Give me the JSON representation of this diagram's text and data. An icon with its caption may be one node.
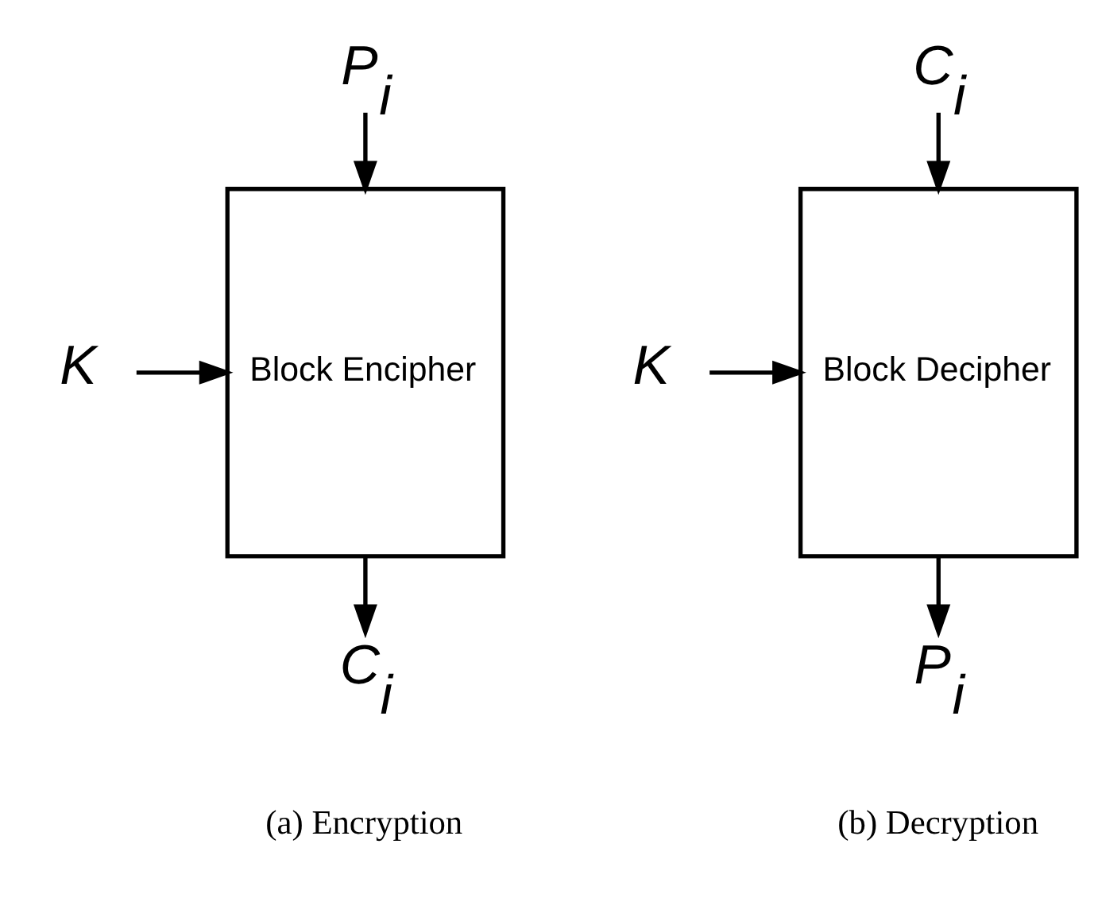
{
  "diagram": {
    "nodes": [
      {
        "text": [
          "P$_{i}$"
        ]
      },
      {
        "text": [
          "K"
        ]
      },
      {
        "text": [
          "Block Encipher"
        ]
      },
      {
        "text": [
          "C$_{i}$"
        ]
      },
      {
        "text": [
          "C$_{i}$"
        ]
      },
      {
        "text": [
          "K"
        ]
      },
      {
        "text": [
          "Block Decipher"
        ]
      },
      {
        "text": [
          "P$_{i}$"
        ]
      }
    ],
    "edges": [
      {
        "from": 0,
        "to": 2,
        "arrow": "to"
      },
      {
        "from": 1,
        "to": 2,
        "arrow": "to"
      },
      {
        "from": 2,
        "to": 3,
        "arrow": "to"
      },
      {
        "from": 4,
        "to": 6,
        "arrow": "to"
      },
      {
        "from": 5,
        "to": 6,
        "arrow": "to"
      },
      {
        "from": 6,
        "to": 7,
        "arrow": "to"
      }
    ],
    "labels": [
      "(a) Encryption",
      "(b) Decryption"
    ]
  }
}
